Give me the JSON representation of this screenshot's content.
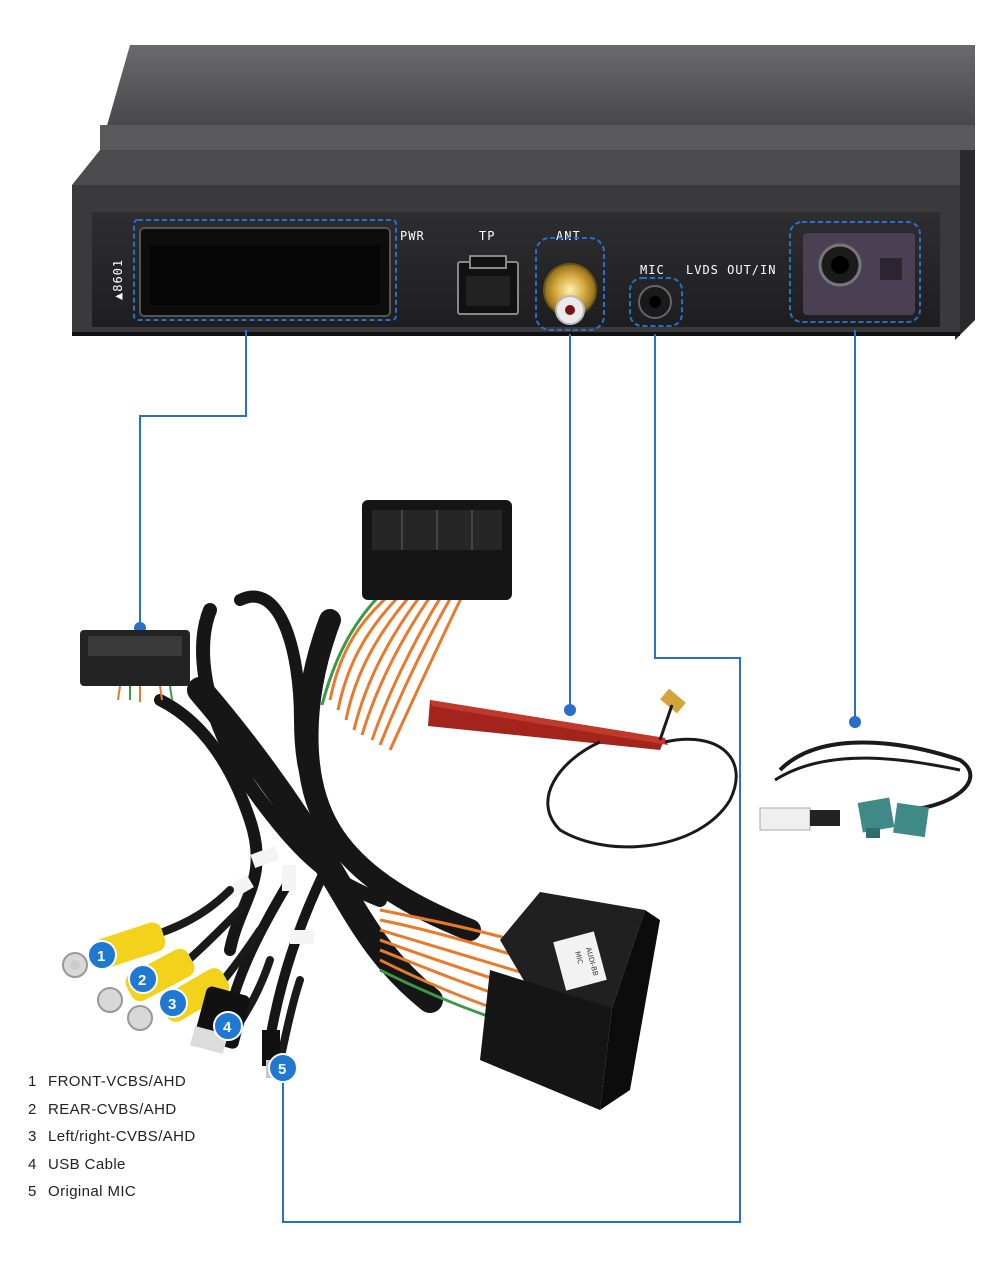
{
  "device": {
    "side_text": "▲8601",
    "ports": {
      "pwr": "PWR",
      "tp": "TP",
      "ant": "ANT",
      "mic": "MIC",
      "lvds": "LVDS OUT/IN"
    }
  },
  "harness_badges": [
    "1",
    "2",
    "3",
    "4",
    "5"
  ],
  "harness_tags": [
    "AUDI-BB",
    "MIC"
  ],
  "legend": [
    {
      "num": "1",
      "label": "FRONT-VCBS/AHD"
    },
    {
      "num": "2",
      "label": "REAR-CVBS/AHD"
    },
    {
      "num": "3",
      "label": "Left/right-CVBS/AHD"
    },
    {
      "num": "4",
      "label": "USB Cable"
    },
    {
      "num": "5",
      "label": "Original MIC"
    }
  ],
  "colors": {
    "callout_line": "#2a6fc7",
    "device_body": "#3a3a3c",
    "badge_fill": "#1f78d1",
    "rca_yellow": "#f2d21b",
    "wire_orange": "#e87a2c",
    "antenna_red": "#a3231d",
    "fakra_teal": "#3f8a86"
  }
}
